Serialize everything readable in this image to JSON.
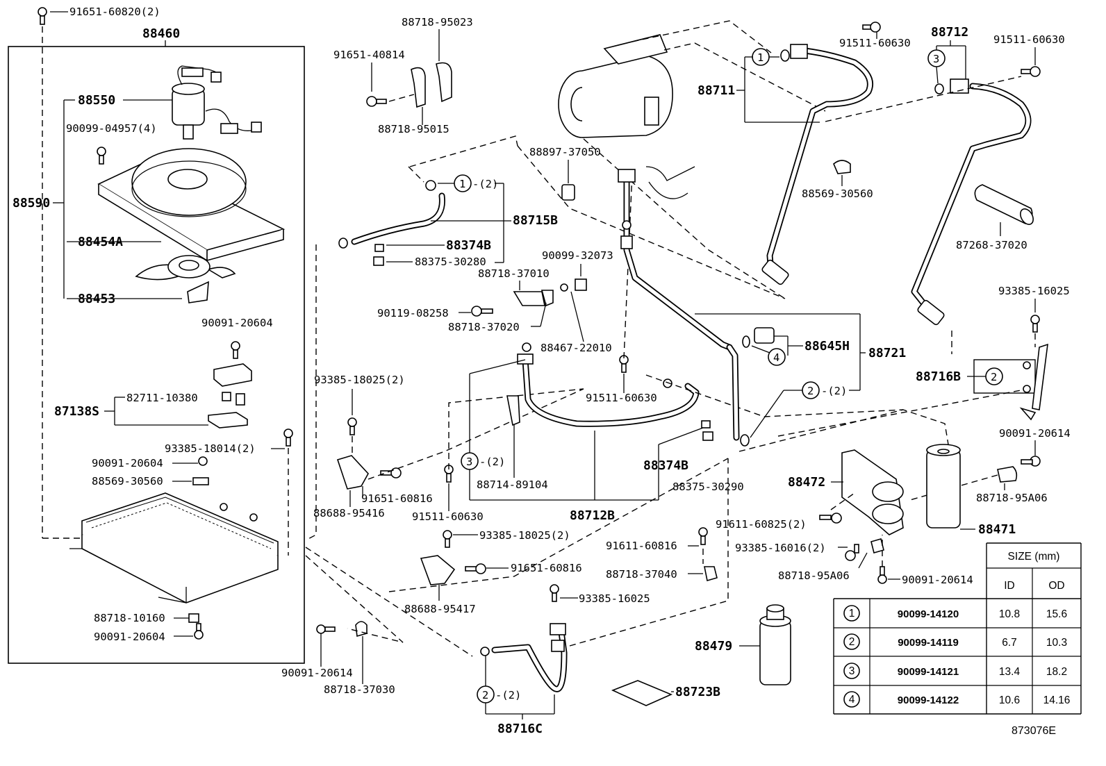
{
  "parts": {
    "p9165160820": "91651-60820(2)",
    "p88460": "88460",
    "p88550": "88550",
    "p9009904957": "90099-04957(4)",
    "p88590": "88590",
    "p88454A": "88454A",
    "p88453": "88453",
    "p9009120604a": "90091-20604",
    "p8271110380": "82711-10380",
    "p87138S": "87138S",
    "p9338518014": "93385-18014(2)",
    "p9009120604b": "90091-20604",
    "p8856930560a": "88569-30560",
    "p8871810160": "88718-10160",
    "p9009120604c": "90091-20604",
    "p9009120614a": "90091-20614",
    "p8871837030": "88718-37030",
    "p8871895023": "88718-95023",
    "p9165140814": "91651-40814",
    "p8871895015": "88718-95015",
    "p88715B": "88715B",
    "p88374Ba": "88374B",
    "p8837530280": "88375-30280",
    "p8889737050": "88897-37050",
    "p9009932073": "90099-32073",
    "p8871837010": "88718-37010",
    "p9011908258": "90119-08258",
    "p8871837020": "88718-37020",
    "p8846722010": "88467-22010",
    "p9338518025a": "93385-18025(2)",
    "p9165160816a": "91651-60816",
    "p8868895416": "88688-95416",
    "p9151160630a": "91511-60630",
    "p8871489104": "88714-89104",
    "p88712B": "88712B",
    "p9151160630b": "91511-60630",
    "p88374Bb": "88374B",
    "p8837530290": "88375-30290",
    "p9338518025b": "93385-18025(2)",
    "p9165160816b": "91651-60816",
    "p8868895417": "88688-95417",
    "p9338516025a": "93385-16025",
    "p88716C": "88716C",
    "p9161160816": "91611-60816",
    "p8871837040": "88718-37040",
    "p88723B": "88723B",
    "p88479": "88479",
    "p88711": "88711",
    "p9151160630c": "91511-60630",
    "p88712": "88712",
    "p9151160630d": "91511-60630",
    "p8856930560b": "88569-30560",
    "p8726837020": "87268-37020",
    "p9338516025b": "93385-16025",
    "p88645H": "88645H",
    "p88721": "88721",
    "p88716B": "88716B",
    "p9009120614b": "90091-20614",
    "p8871895A06a": "88718-95A06",
    "p88472": "88472",
    "p9161160825": "91611-60825(2)",
    "p9338516016": "93385-16016(2)",
    "p8871895A06b": "88718-95A06",
    "p9009120614c": "90091-20614",
    "p88471": "88471"
  },
  "callouts": {
    "c1": "1",
    "c2": "2",
    "c3": "3",
    "c4": "4",
    "qty2": "-(2)"
  },
  "size_table": {
    "header": "SIZE (mm)",
    "col_id": "ID",
    "col_od": "OD",
    "rows": [
      {
        "no": "1",
        "part": "90099-14120",
        "id": "10.8",
        "od": "15.6"
      },
      {
        "no": "2",
        "part": "90099-14119",
        "id": "6.7",
        "od": "10.3"
      },
      {
        "no": "3",
        "part": "90099-14121",
        "id": "13.4",
        "od": "18.2"
      },
      {
        "no": "4",
        "part": "90099-14122",
        "id": "10.6",
        "od": "14.16"
      }
    ]
  },
  "diagram_ref": "873076E"
}
